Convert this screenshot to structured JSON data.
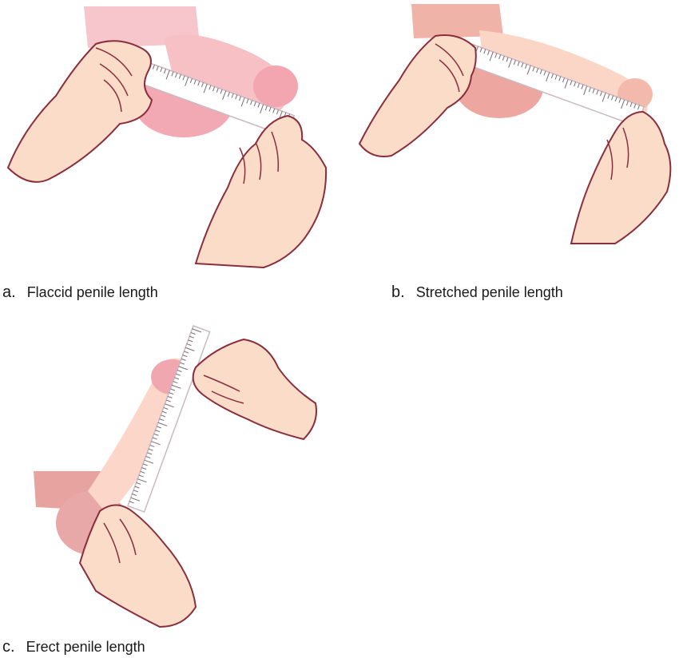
{
  "figure": {
    "panels": [
      {
        "letter": "a.",
        "caption": "Flaccid penile length"
      },
      {
        "letter": "b.",
        "caption": "Stretched penile length"
      },
      {
        "letter": "c.",
        "caption": "Erect penile length"
      }
    ]
  },
  "colors": {
    "skin_light": "#fadcc8",
    "skin_outline": "#8a2e3c",
    "pink_body": "#f2b2bc",
    "pink_dark": "#e08f9c",
    "tape_fill": "#ffffff",
    "tape_edge": "#c9b9c0",
    "tick": "#7a6a72"
  }
}
